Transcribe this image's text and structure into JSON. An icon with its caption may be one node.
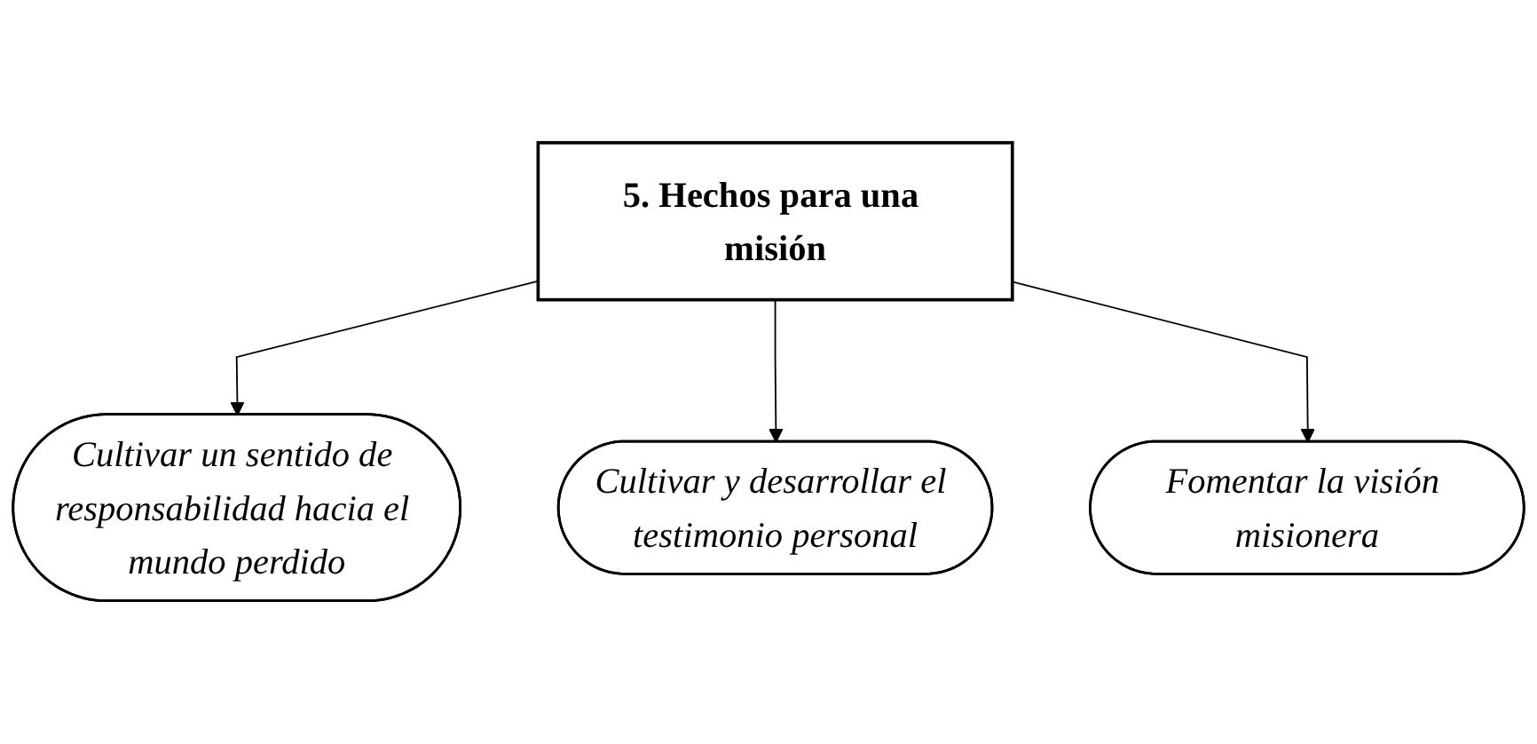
{
  "diagram": {
    "nodes": [
      {
        "text": [
          "5. Hechos para una misión"
        ]
      },
      {
        "text": [
          "Cultivar un sentido de responsabilidad hacia el mundo perdido"
        ]
      },
      {
        "text": [
          "Cultivar y desarrollar el testimonio personal"
        ]
      },
      {
        "text": [
          "Fomentar la visión misionera"
        ]
      }
    ],
    "edges": [
      {
        "from": 0,
        "to": 1,
        "arrow": "to"
      },
      {
        "from": 0,
        "to": 2,
        "arrow": "to"
      },
      {
        "from": 0,
        "to": 3,
        "arrow": "to"
      }
    ]
  }
}
